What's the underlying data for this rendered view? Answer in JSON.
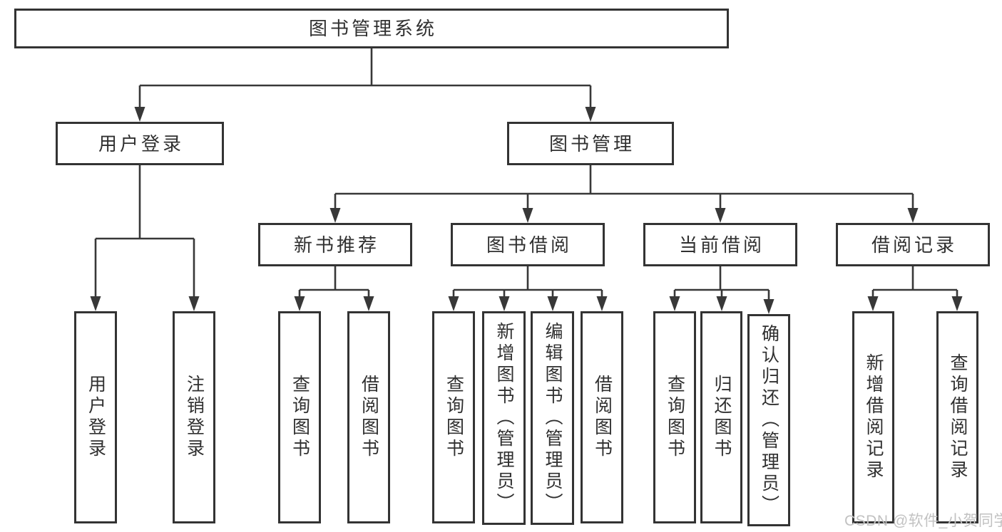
{
  "colors": {
    "line": "#383838",
    "box_border": "#333333",
    "text": "#303030",
    "watermark_text": "#c2c2c2",
    "background": "#ffffff"
  },
  "diagram": {
    "root": {
      "label": "图书管理系统"
    },
    "level2": [
      {
        "label": "用户登录"
      },
      {
        "label": "图书管理"
      }
    ],
    "level3": [
      {
        "label": "新书推荐"
      },
      {
        "label": "图书借阅"
      },
      {
        "label": "当前借阅"
      },
      {
        "label": "借阅记录"
      }
    ],
    "leaves": {
      "user_login": [
        "用户登录",
        "注销登录"
      ],
      "new_book_recommend": [
        "查询图书",
        "借阅图书"
      ],
      "book_borrow": [
        "查询图书",
        "新增图书（管理员）",
        "编辑图书（管理员）",
        "借阅图书"
      ],
      "current_borrow": [
        "查询图书",
        "归还图书",
        "确认归还（管理员）"
      ],
      "borrow_records": [
        "新增借阅记录",
        "查询借阅记录"
      ]
    }
  },
  "watermark": {
    "text": "CSDN @软件_小贺同学"
  }
}
